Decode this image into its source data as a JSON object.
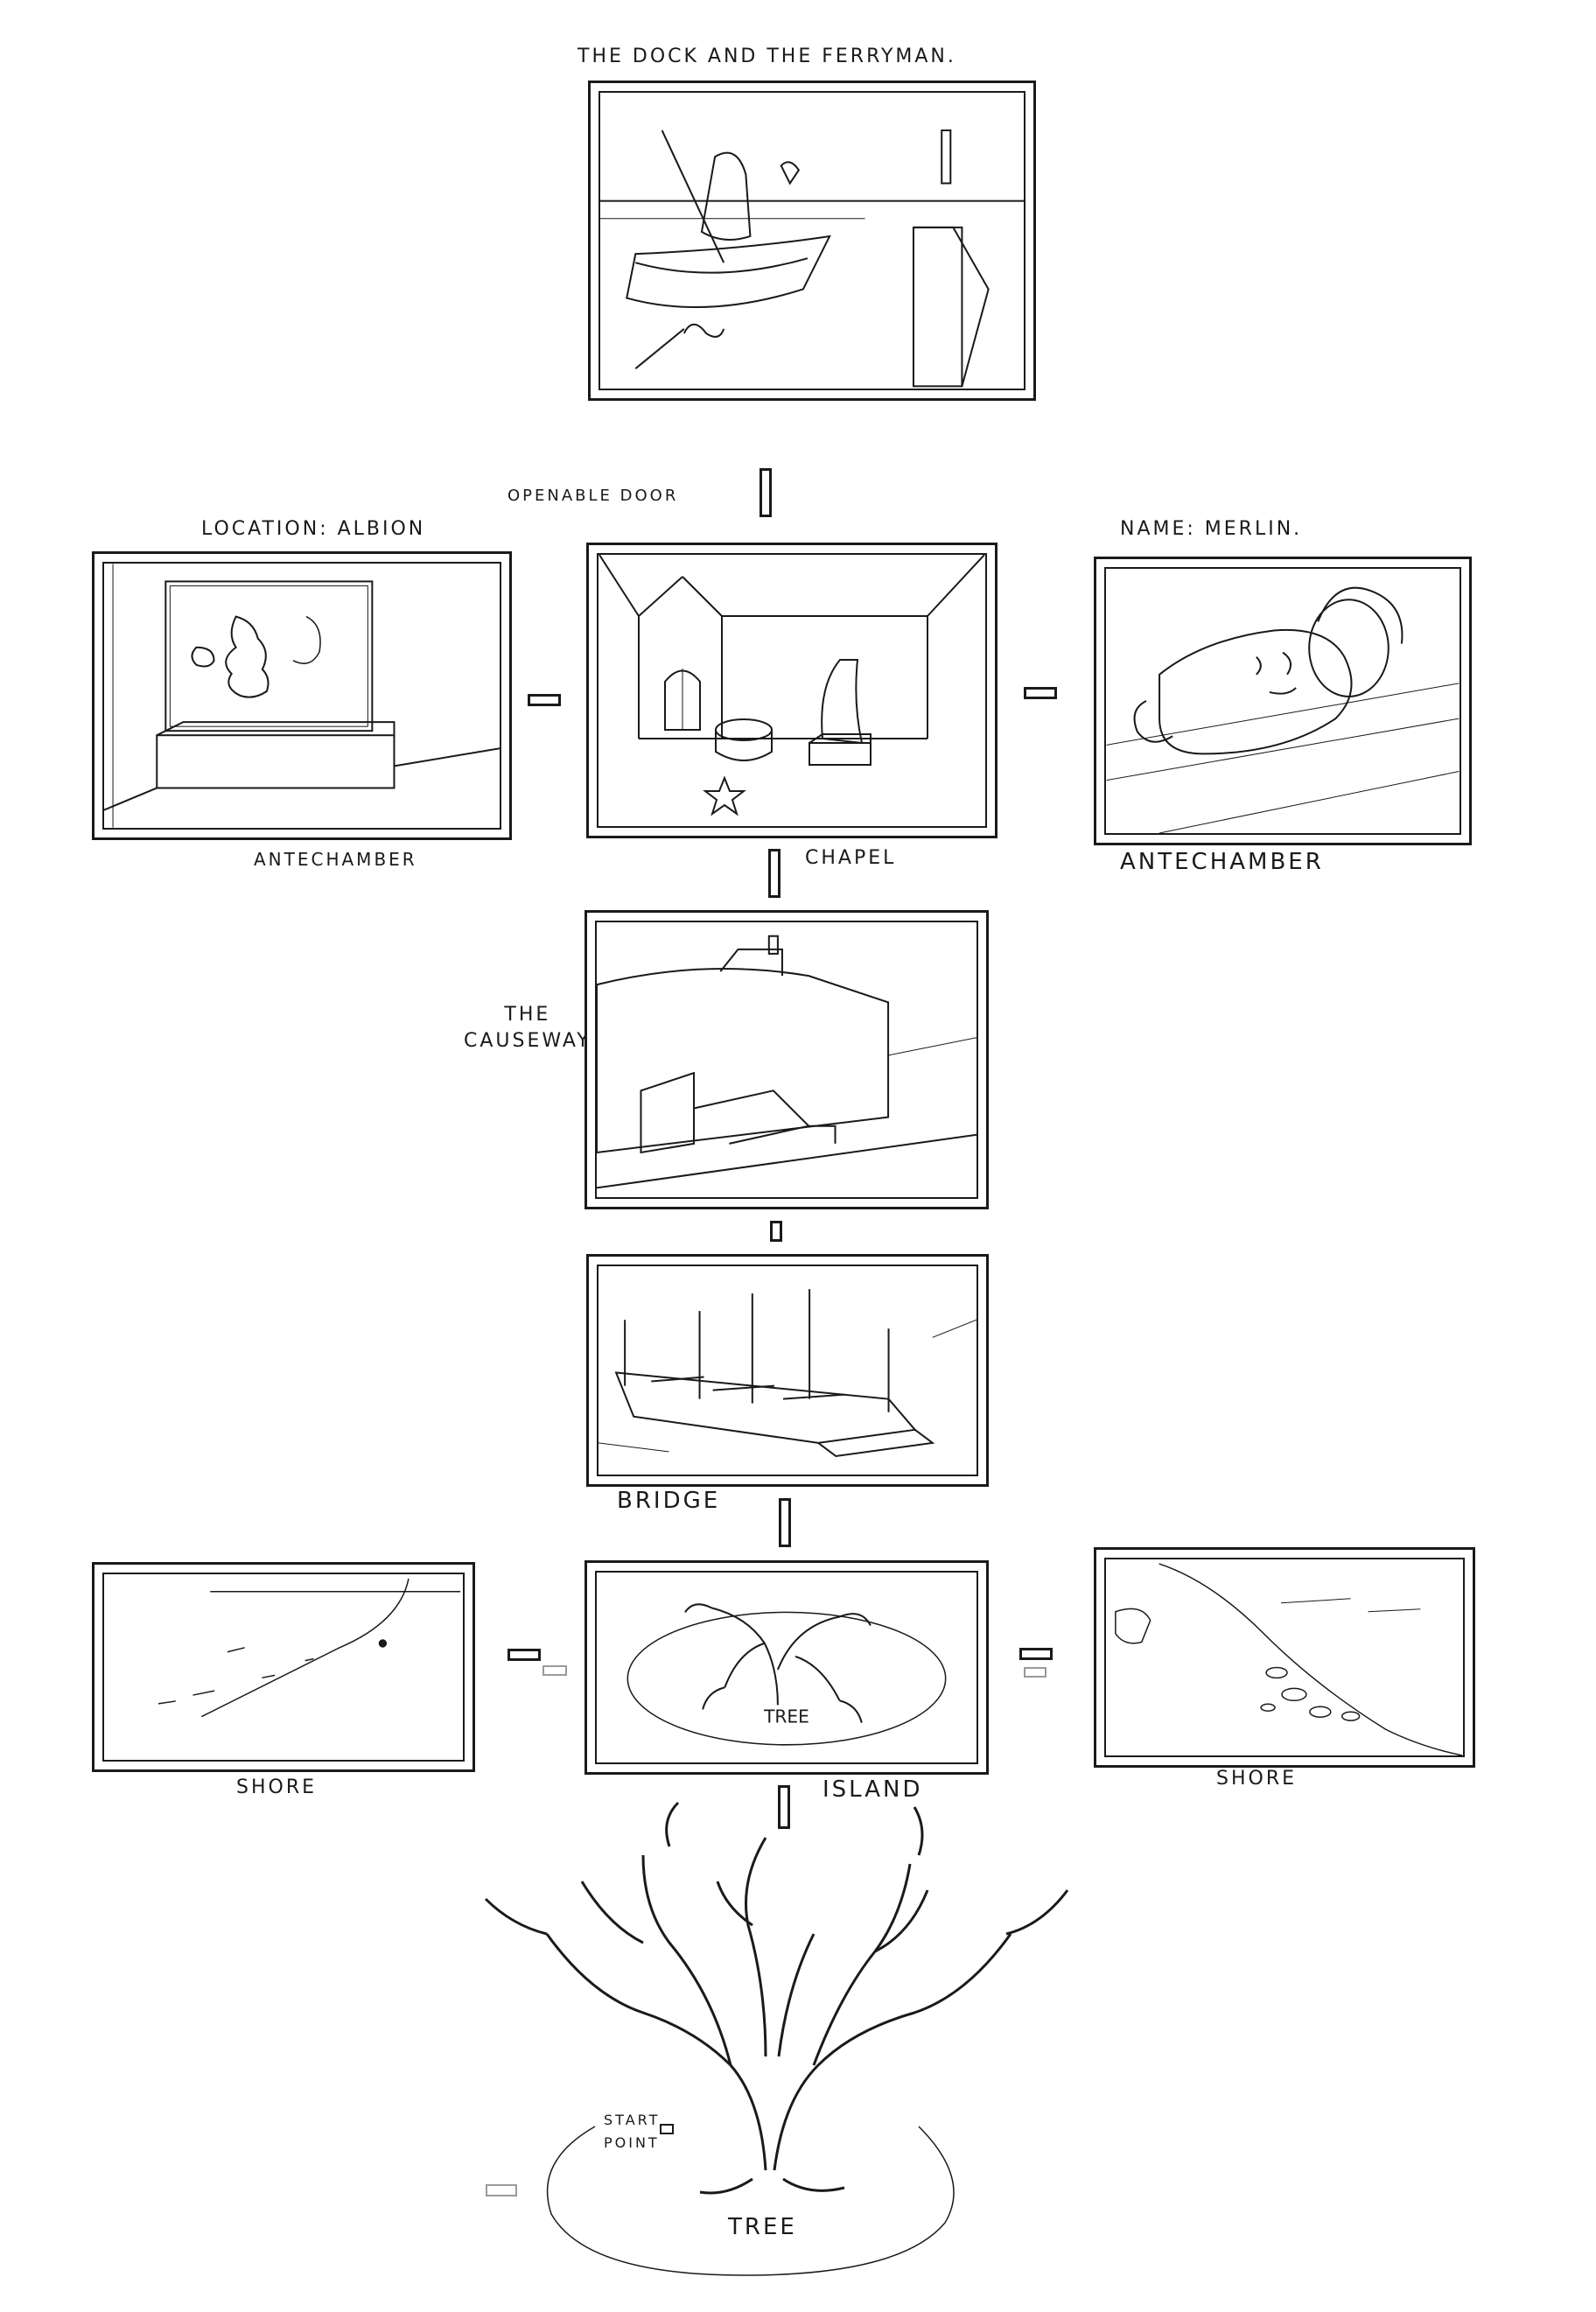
{
  "labels": {
    "dock": "THE DOCK AND THE FERRYMAN.",
    "door": "OPENABLE DOOR",
    "location": "LOCATION: ALBION",
    "name": "NAME: MERLIN.",
    "antechamber_left": "ANTECHAMBER",
    "chapel": "CHAPEL",
    "antechamber_right": "ANTECHAMBER",
    "causeway": "THE\nCAUSEWAY",
    "bridge": "BRIDGE",
    "shore_left": "SHORE",
    "island": "ISLAND",
    "shore_right": "SHORE",
    "tree_in_island": "TREE",
    "start_point": "START\nPOINT",
    "tree": "TREE"
  },
  "icons": [
    "star-icon"
  ],
  "colors": {
    "ink": "#1a1a1a",
    "faint": "#9a9a9a",
    "paper": "#ffffff"
  }
}
